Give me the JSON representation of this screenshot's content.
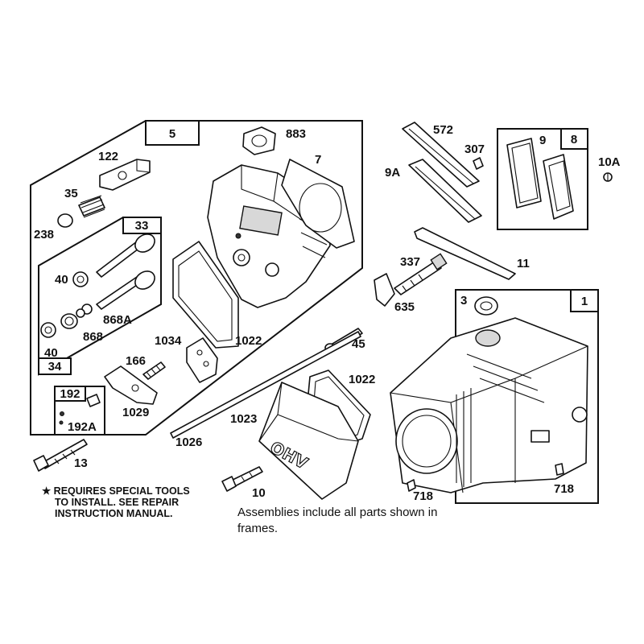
{
  "callouts": {
    "p5": "5",
    "p883": "883",
    "p7": "7",
    "p122": "122",
    "p35": "35",
    "p238": "238",
    "p33": "33",
    "p40a": "40",
    "p868A": "868A",
    "p868": "868",
    "p40b": "40",
    "p34": "34",
    "p1034": "1034",
    "p1022a": "1022",
    "p166": "166",
    "p1029": "1029",
    "p192": "192",
    "p192A": "192A",
    "p572": "572",
    "p307": "307",
    "p9A": "9A",
    "p9": "9",
    "p8": "8",
    "p10A": "10A",
    "p337": "337",
    "p11": "11",
    "p635": "635",
    "p45": "45",
    "p1022b": "1022",
    "p1023": "1023",
    "p1026": "1026",
    "p13": "13",
    "p10": "10",
    "p3": "3",
    "p1": "1",
    "p718a": "718",
    "p718b": "718"
  },
  "valve_cover_lettering": "OHV",
  "notes": {
    "special_tools_line1": "★ REQUIRES SPECIAL TOOLS",
    "special_tools_line2": "TO INSTALL.  SEE REPAIR",
    "special_tools_line3": "INSTRUCTION MANUAL.",
    "assemblies_line1": "Assemblies include all parts shown in",
    "assemblies_line2": "frames."
  }
}
